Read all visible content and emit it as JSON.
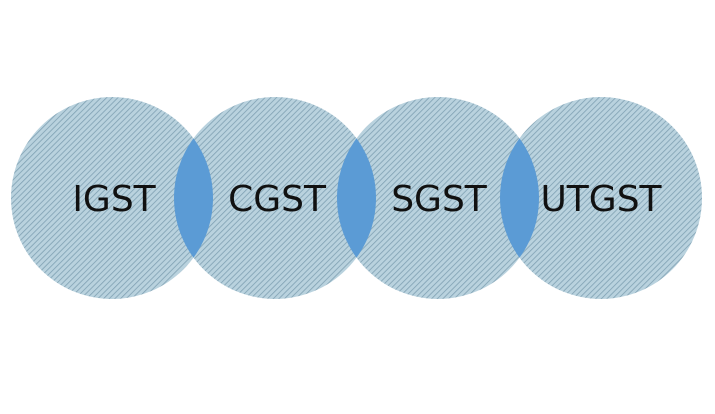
{
  "diagram": {
    "circles": [
      {
        "label": "IGST"
      },
      {
        "label": "CGST"
      },
      {
        "label": "SGST"
      },
      {
        "label": "UTGST"
      }
    ],
    "colors": {
      "background": "#ffffff",
      "circle_fill": "#b9d2de",
      "hatch_stroke": "#7fa0b2",
      "overlap_fill": "#5b9bd5",
      "text": "#111111"
    }
  }
}
